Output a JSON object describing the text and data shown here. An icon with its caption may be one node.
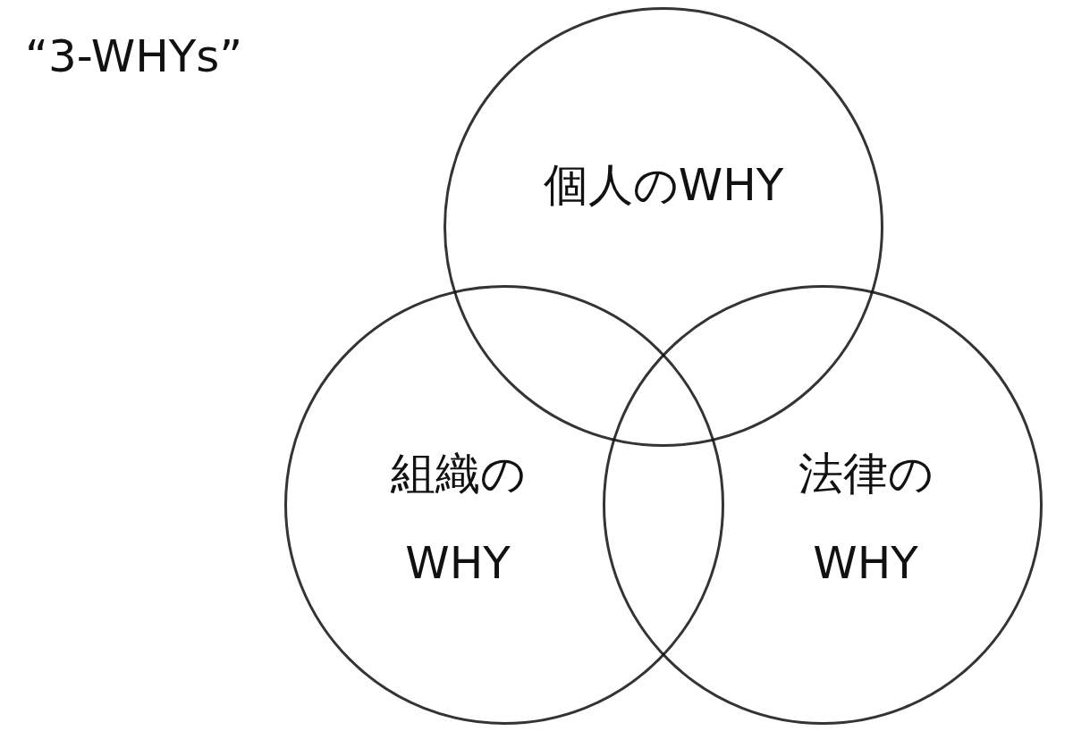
{
  "diagram": {
    "title": "“3-WHYs”",
    "nodes": [
      {
        "text": [
          "個人のWHY"
        ]
      },
      {
        "text": [
          "組織のWHY"
        ]
      },
      {
        "text": [
          "法律のWHY"
        ]
      }
    ]
  }
}
